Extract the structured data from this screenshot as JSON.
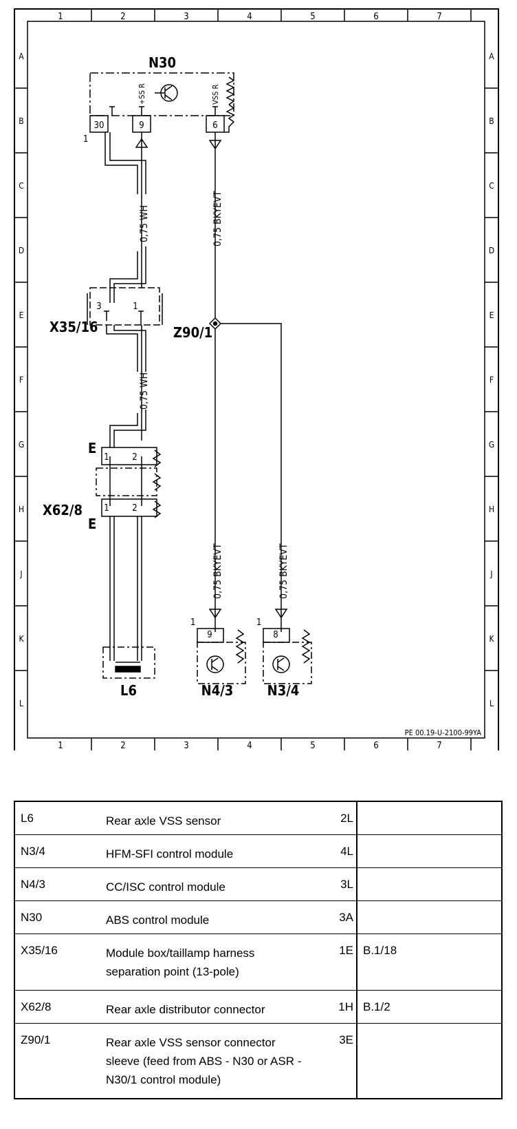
{
  "grid": {
    "columns": [
      "1",
      "2",
      "3",
      "4",
      "5",
      "6",
      "7"
    ],
    "rows": [
      "A",
      "B",
      "C",
      "D",
      "E",
      "F",
      "G",
      "H",
      "J",
      "K",
      "L"
    ]
  },
  "components": {
    "n30": {
      "label": "N30",
      "pins": {
        "p30": "30",
        "p9": "9",
        "p6": "6"
      },
      "ss_label": "+SS R",
      "vss_label": "VSS R"
    },
    "x35_16": {
      "label": "X35/16",
      "pins": {
        "p3": "3",
        "p1": "1"
      }
    },
    "x62_8": {
      "label": "X62/8",
      "pins": {
        "top1": "1",
        "top2": "2",
        "bot1": "1",
        "bot2": "2"
      },
      "mark_top": "E",
      "mark_bottom": "E"
    },
    "z90_1": {
      "label": "Z90/1"
    },
    "l6": {
      "label": "L6"
    },
    "n4_3": {
      "label": "N4/3",
      "pin": "9",
      "mark": "1"
    },
    "n3_4": {
      "label": "N3/4",
      "pin": "8",
      "mark": "1"
    },
    "n30_mark": "1"
  },
  "wires": {
    "wh_upper": "0,75 WH",
    "wh_lower": "0,75 WH",
    "bkyevt_main": "0,75 BKYEVT",
    "bkyevt_n43": "0,75 BKYEVT",
    "bkyevt_n34": "0,75 BKYEVT"
  },
  "doc_ref": "PE 00.19-U-2100-99YA",
  "legend": [
    {
      "code": "L6",
      "description": "Rear axle VSS sensor",
      "grid": "2L",
      "reference": ""
    },
    {
      "code": "N3/4",
      "description": "HFM-SFI control module",
      "grid": "4L",
      "reference": ""
    },
    {
      "code": "N4/3",
      "description": "CC/ISC control module",
      "grid": "3L",
      "reference": ""
    },
    {
      "code": "N30",
      "description": "ABS control module",
      "grid": "3A",
      "reference": ""
    },
    {
      "code": "X35/16",
      "description": "Module box/taillamp harness separation point (13-pole)",
      "grid": "1E",
      "reference": "B.1/18"
    },
    {
      "code": "X62/8",
      "description": "Rear axle distributor connector",
      "grid": "1H",
      "reference": "B.1/2"
    },
    {
      "code": "Z90/1",
      "description": "Rear axle VSS sensor connector sleeve (feed from ABS - N30 or ASR - N30/1 control module)",
      "grid": "3E",
      "reference": ""
    }
  ]
}
